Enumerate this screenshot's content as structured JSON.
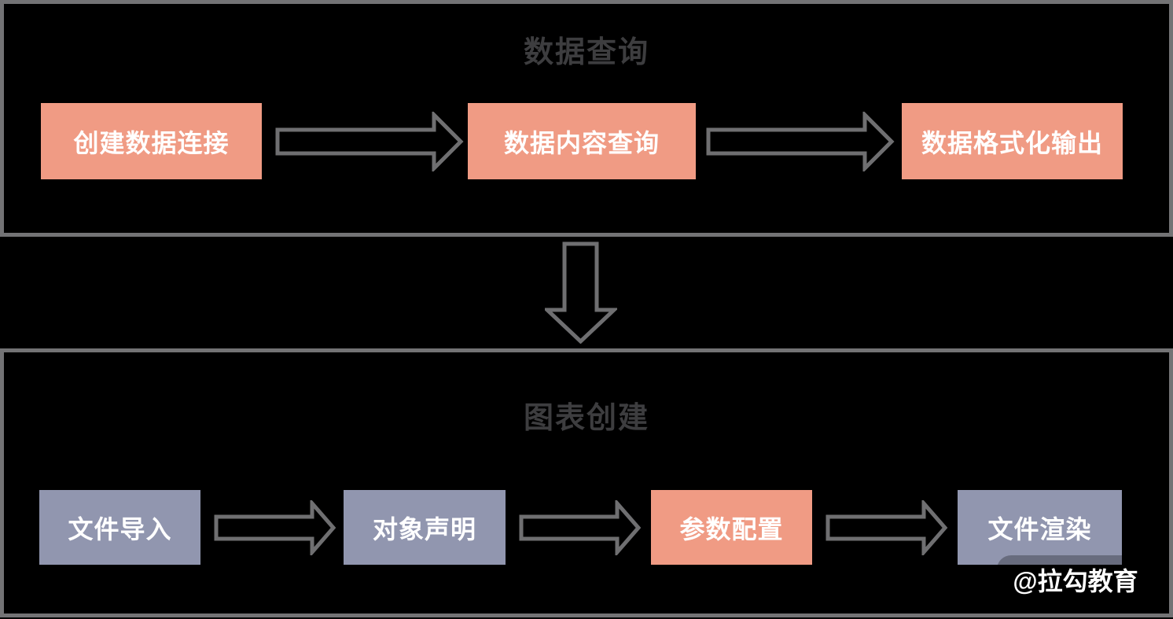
{
  "colors": {
    "background": "#000000",
    "section_border": "#737375",
    "arrow_outline": "#6F6F71",
    "salmon_box": "#F09B84",
    "slate_box": "#9196AF",
    "title_text": "#3D3D3F",
    "box_text": "#FFFFFF"
  },
  "sections": [
    {
      "title": "数据查询",
      "boxes": [
        {
          "label": "创建数据连接",
          "color": "salmon"
        },
        {
          "label": "数据内容查询",
          "color": "salmon"
        },
        {
          "label": "数据格式化输出",
          "color": "salmon"
        }
      ]
    },
    {
      "title": "图表创建",
      "boxes": [
        {
          "label": "文件导入",
          "color": "slate"
        },
        {
          "label": "对象声明",
          "color": "slate"
        },
        {
          "label": "参数配置",
          "color": "salmon"
        },
        {
          "label": "文件渲染",
          "color": "slate"
        }
      ]
    }
  ],
  "watermark": {
    "text": "@拉勾教育"
  }
}
